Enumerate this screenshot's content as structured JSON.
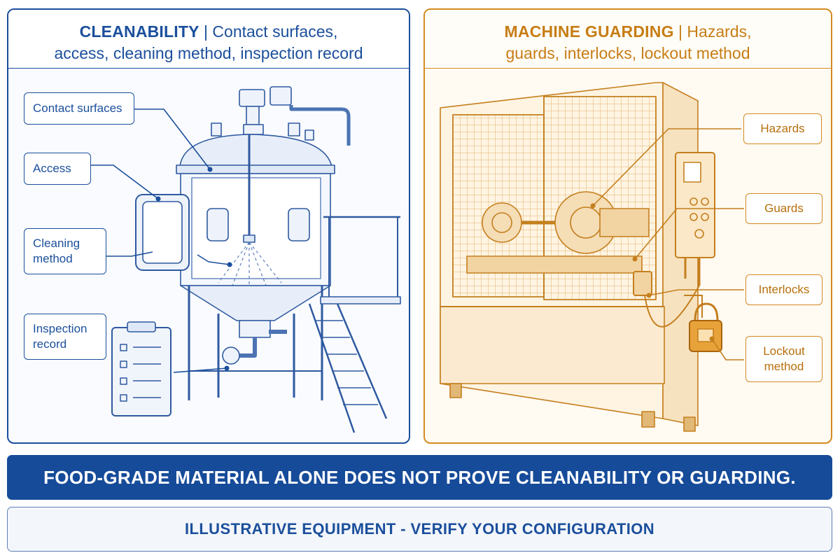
{
  "cleanability": {
    "title_strong": "CLEANABILITY",
    "title_rest": " | Contact surfaces,",
    "title_line2": "access, cleaning method, inspection record",
    "callouts": {
      "contact_surfaces": "Contact surfaces",
      "access": "Access",
      "cleaning_line1": "Cleaning",
      "cleaning_line2": "method",
      "inspection_line1": "Inspection",
      "inspection_line2": "record"
    },
    "color": "#1b4f9c"
  },
  "guarding": {
    "title_strong": "MACHINE GUARDING",
    "title_rest": " | Hazards,",
    "title_line2": "guards, interlocks, lockout method",
    "callouts": {
      "hazards": "Hazards",
      "guards": "Guards",
      "interlocks": "Interlocks",
      "lockout_line1": "Lockout",
      "lockout_line2": "method"
    },
    "color": "#d48a21"
  },
  "banner": "FOOD-GRADE MATERIAL ALONE DOES NOT PROVE CLEANABILITY OR GUARDING.",
  "footer": "ILLUSTRATIVE EQUIPMENT - VERIFY YOUR CONFIGURATION"
}
